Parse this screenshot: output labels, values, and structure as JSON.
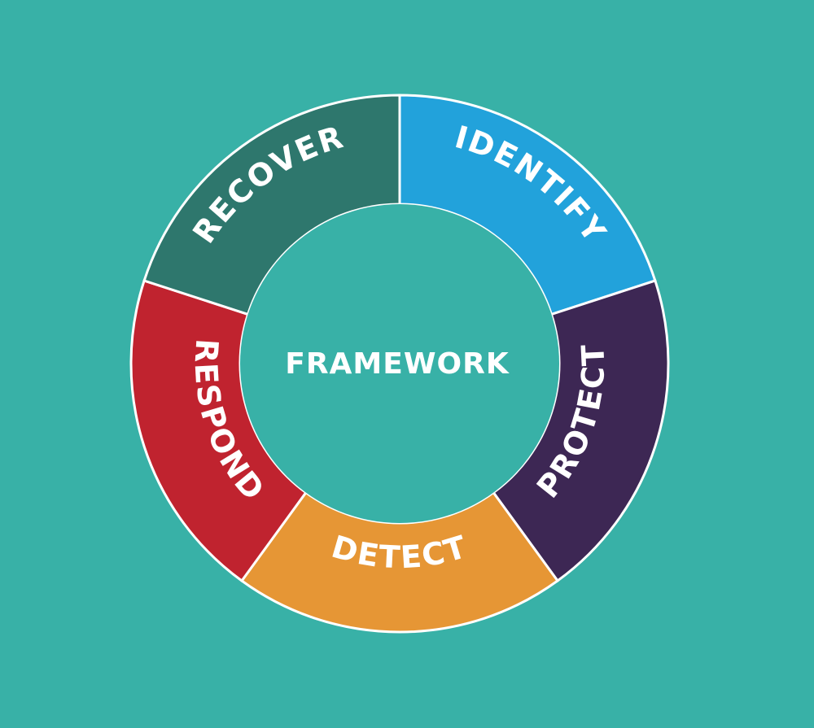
{
  "diagram": {
    "center_label": "FRAMEWORK",
    "segments": [
      {
        "id": "identify",
        "label": "IDENTIFY",
        "color": "#22a2db"
      },
      {
        "id": "protect",
        "label": "PROTECT",
        "color": "#3d2754"
      },
      {
        "id": "detect",
        "label": "DETECT",
        "color": "#e69635"
      },
      {
        "id": "respond",
        "label": "RESPOND",
        "color": "#c0232f"
      },
      {
        "id": "recover",
        "label": "RECOVER",
        "color": "#2e776d"
      }
    ],
    "background_color": "#38b1a7",
    "divider_color": "#ffffff"
  }
}
